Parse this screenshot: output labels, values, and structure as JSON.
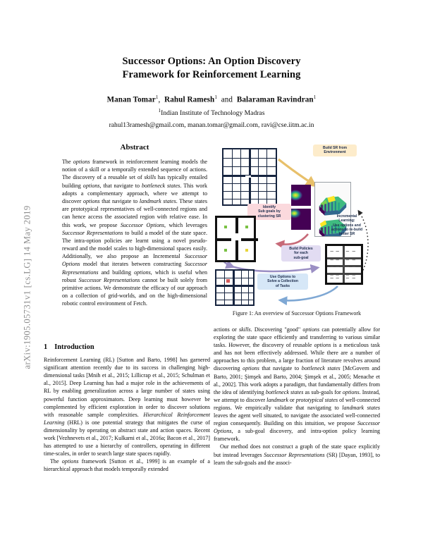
{
  "arxiv_stamp": "arXiv:1905.05731v1  [cs.LG]  14 May 2019",
  "title": {
    "line1": "Successor Options: An Option Discovery",
    "line2": "Framework for Reinforcement Learning"
  },
  "authors": {
    "a1": "Manan Tomar",
    "a1_sup": "1",
    "sep1": ",",
    "a2": "Rahul Ramesh",
    "a2_sup": "1",
    "conj": "and",
    "a3": "Balaraman Ravindran",
    "a3_sup": "1",
    "affiliation_sup": "1",
    "affiliation": "Indian Institute of Technology Madras",
    "emails": "rahul13ramesh@gmail.com, manan.tomar@gmail.com, ravi@cse.iitm.ac.in"
  },
  "abstract": {
    "heading": "Abstract",
    "text": "The options framework in reinforcement learning models the notion of a skill or a temporally extended sequence of actions. The discovery of a reusable set of skills has typically entailed building options, that navigate to bottleneck states. This work adopts a complementary approach, where we attempt to discover options that navigate to landmark states. These states are prototypical representatives of well-connected regions and can hence access the associated region with relative ease. In this work, we propose Successor Options, which leverages Successor Representations to build a model of the state space. The intra-option policies are learnt using a novel pseudo-reward and the model scales to high-dimensional spaces easily. Additionally, we also propose an Incremental Successor Options model that iterates between constructing Successor Representations and building options, which is useful when robust Successor Representations cannot be built solely from primitive actions. We demonstrate the efficacy of our approach on a collection of grid-worlds, and on the high-dimensional robotic control environment of Fetch."
  },
  "figure": {
    "caption": "Figure 1: An overview of Successor Options Framework",
    "labels": {
      "build_sr": "Build SR from\nEnvironment",
      "identify": "Identify\nSub goals by\nclustering SR",
      "incremental": "Incremental\nLearning:\nUse options and\nactions to re-build\nbetter SR",
      "build_policies": "Build Policies\nfor each\nsub-goal",
      "use_options": "Use Options to\nSolve a Collection\nof Tasks"
    }
  },
  "introduction": {
    "heading": "Introduction",
    "number": "1",
    "p1": "Reinforcement Learning (RL) [Sutton and Barto, 1998] has garnered significant attention recently due to its success in challenging high-dimensional tasks [Mnih et al., 2015; Lillicrap et al., 2015; Schulman et al., 2015]. Deep Learning has had a major role in the achievements of RL by enabling generalization across a large number of states using powerful function approximators. Deep learning must however be complemented by efficient exploration in order to discover solutions with reasonable sample complexities. Hierarchical Reinforcement Learning (HRL) is one potential strategy that mitigates the curse of dimensionality by operating on abstract state and action spaces. Recent work [Vezhnevets et al., 2017; Kulkarni et al., 2016a; Bacon et al., 2017] has attempted to use a hierarchy of controllers, operating in different time-scales, in order to search large state spaces rapidly.",
    "p2": "The options framework [Sutton et al., 1999] is an example of a hierarchical approach that models temporally extended",
    "p3": "actions or skills. Discovering \"good\" options can potentially allow for exploring the state space efficiently and transferring to various similar tasks. However, the discovery of reusable options is a meticulous task and has not been effectively addressed. While there are a number of approaches to this problem, a large fraction of literature revolves around discovering options that navigate to bottleneck states [McGovern and Barto, 2001; Şimşek and Barto, 2004; Şimşek et al., 2005; Menache et al., 2002]. This work adopts a paradigm, that fundamentally differs from the idea of identifying bottleneck states as sub-goals for options. Instead, we attempt to discover landmark or prototypical states of well-connected regions. We empirically validate that navigating to landmark states leaves the agent well situated, to navigate the associated well-connected region consequently. Building on this intuition, we propose Successor Options, a sub-goal discovery, and intra-option policy learning framework.",
    "p4": "Our method does not construct a graph of the state space explicitly but instead leverages Successor Representations (SR) [Dayan, 1993], to learn the sub-goals and the associ-"
  }
}
